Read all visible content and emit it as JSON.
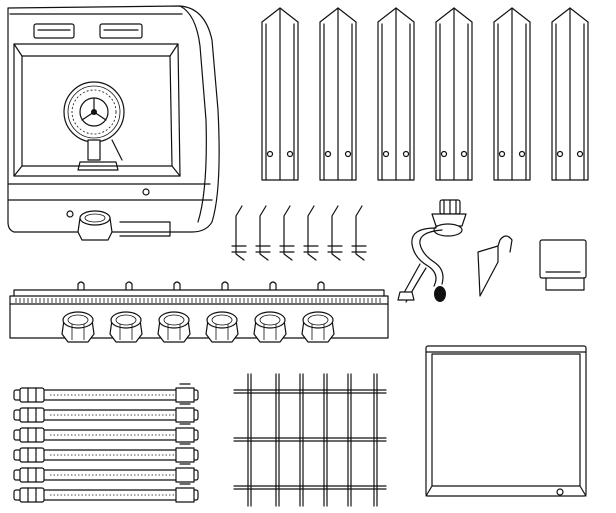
{
  "diagram": {
    "style": "line-art exploded parts view",
    "colors": {
      "stroke": "#111111",
      "background": "#ffffff"
    },
    "parts": [
      {
        "id": "grill-body"
      },
      {
        "id": "flame-tamers",
        "count": 6
      },
      {
        "id": "igniter-electrodes",
        "count": 6
      },
      {
        "id": "regulator-hose"
      },
      {
        "id": "hook-bracket"
      },
      {
        "id": "drip-cup"
      },
      {
        "id": "control-panel",
        "knob_count": 6
      },
      {
        "id": "burner-tubes",
        "count": 6
      },
      {
        "id": "cooking-grate"
      },
      {
        "id": "drip-tray"
      }
    ]
  }
}
